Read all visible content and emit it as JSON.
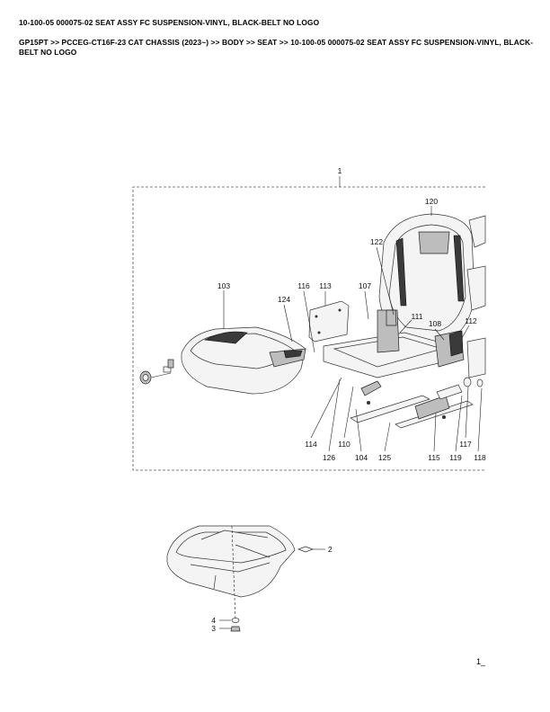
{
  "document": {
    "title": "10-100-05 000075-02 SEAT ASSY FC SUSPENSION-VINYL, BLACK-BELT NO LOGO",
    "breadcrumb": "GP15PT >> PCCEG-CT16F-23 CAT CHASSIS (2023~) >> BODY >> SEAT >> 10-100-05 000075-02 SEAT ASSY FC SUSPENSION-VINYL, BLACK-BELT NO LOGO",
    "page_number": "1_"
  },
  "diagram_main": {
    "assembly_label": "1",
    "callouts": {
      "c120": "120",
      "c122": "122",
      "c103": "103",
      "c116": "116",
      "c113": "113",
      "c107": "107",
      "c124": "124",
      "c111": "111",
      "c108": "108",
      "c112": "112",
      "c114": "114",
      "c126": "126",
      "c110": "110",
      "c104": "104",
      "c125": "125",
      "c115": "115",
      "c119": "119",
      "c117": "117",
      "c118": "118"
    }
  },
  "diagram_cover": {
    "callouts": {
      "c2": "2",
      "c4": "4",
      "c3": "3"
    }
  }
}
